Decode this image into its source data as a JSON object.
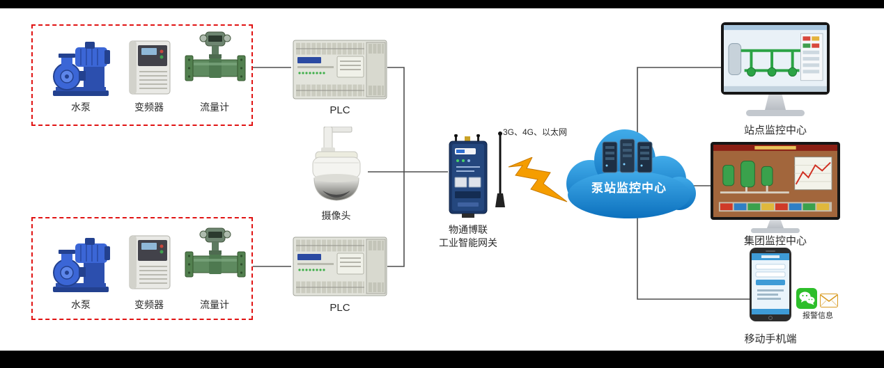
{
  "colors": {
    "background": "#ffffff",
    "frame_bars": "#000000",
    "dashed_border_red": "#e01212",
    "cloud_blue": "#1586cf",
    "lightning_orange": "#f59d00",
    "wechat_green": "#2dbe2a",
    "wire_gray": "#4d4d4d"
  },
  "field_groups": [
    {
      "devices": [
        {
          "label": "水泵"
        },
        {
          "label": "变频器"
        },
        {
          "label": "流量计"
        }
      ]
    },
    {
      "devices": [
        {
          "label": "水泵"
        },
        {
          "label": "变频器"
        },
        {
          "label": "流量计"
        }
      ]
    }
  ],
  "controllers": {
    "plc_top_label": "PLC",
    "plc_bottom_label": "PLC"
  },
  "camera": {
    "label": "摄像头"
  },
  "gateway": {
    "brand": "物通博联",
    "device_name": "工业智能网关",
    "network_label": "3G、4G、以太网"
  },
  "cloud": {
    "label": "泵站监控中心"
  },
  "monitoring": {
    "site_monitor_label": "站点监控中心",
    "group_monitor_label": "集团监控中心"
  },
  "mobile": {
    "label": "移动手机端",
    "alarm_label": "报警信息",
    "icons": [
      {
        "name": "wechat-icon"
      },
      {
        "name": "mail-icon"
      }
    ]
  }
}
